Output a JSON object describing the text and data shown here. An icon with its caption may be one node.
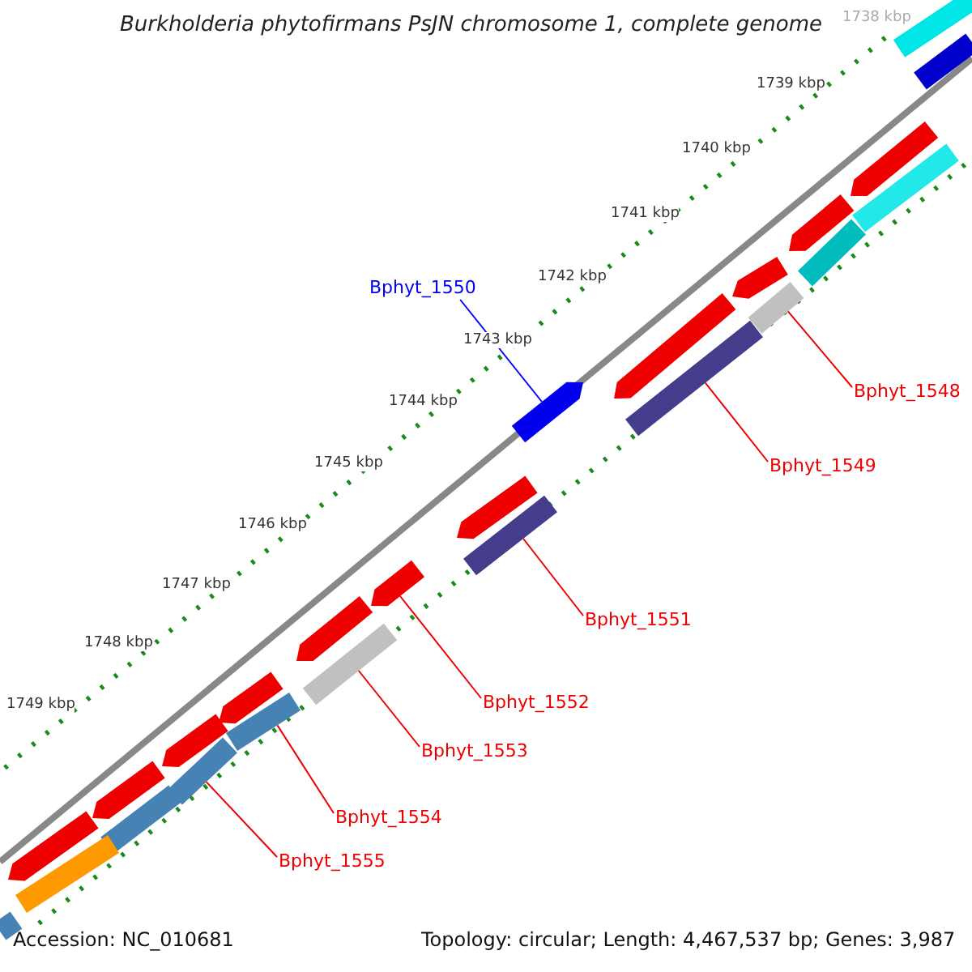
{
  "diagram": {
    "title": "Burkholderia phytofirmans PsJN chromosome 1, complete genome",
    "nodes": [
      {
        "text": [
          "Bphyt_1550"
        ]
      },
      {
        "text": [
          "Bphyt_1548"
        ]
      },
      {
        "text": [
          "Bphyt_1549"
        ]
      },
      {
        "text": [
          "Bphyt_1551"
        ]
      },
      {
        "text": [
          "Bphyt_1552"
        ]
      },
      {
        "text": [
          "Bphyt_1553"
        ]
      },
      {
        "text": [
          "Bphyt_1554"
        ]
      },
      {
        "text": [
          "Bphyt_1555"
        ]
      },
      {
        "text": [],
        "shape": "bar"
      },
      {
        "text": [],
        "shape": "bar"
      },
      {
        "text": [],
        "shape": "bar"
      },
      {
        "text": [],
        "shape": "bar"
      },
      {
        "text": [],
        "shape": "bar"
      },
      {
        "text": [],
        "shape": "bar"
      },
      {
        "text": [],
        "shape": "bar"
      },
      {
        "text": [],
        "shape": "bar"
      },
      {
        "text": [],
        "shape": "bar"
      },
      {
        "text": [],
        "shape": "bar"
      },
      {
        "text": [],
        "shape": "bar"
      },
      {
        "text": [],
        "shape": "bar"
      },
      {
        "text": [],
        "shape": "bar"
      },
      {
        "text": [],
        "shape": "bar"
      },
      {
        "text": [],
        "shape": "bar"
      },
      {
        "text": [],
        "shape": "bar"
      },
      {
        "text": [],
        "shape": "bar"
      },
      {
        "text": [],
        "shape": "bar"
      },
      {
        "text": [],
        "shape": "bar"
      },
      {
        "text": [],
        "shape": "bar"
      },
      {
        "text": [],
        "shape": "bar"
      },
      {
        "text": [],
        "shape": "bar"
      },
      {
        "text": [],
        "shape": "bar"
      },
      {
        "text": [],
        "shape": "bar"
      },
      {
        "text": [],
        "shape": "bar"
      }
    ],
    "edges": [
      {
        "from": 0,
        "to": 18,
        "arrow": "none",
        "color": "#0000ff"
      },
      {
        "from": 1,
        "to": 15,
        "arrow": "none"
      },
      {
        "from": 2,
        "to": 17,
        "arrow": "none"
      },
      {
        "from": 3,
        "to": 20,
        "arrow": "none"
      },
      {
        "from": 4,
        "to": 21,
        "arrow": "none"
      },
      {
        "from": 5,
        "to": 23,
        "arrow": "none"
      },
      {
        "from": 6,
        "to": 25,
        "arrow": "none"
      },
      {
        "from": 7,
        "to": 27,
        "arrow": "none"
      }
    ],
    "labels": [
      "1738 kbp",
      "1739 kbp",
      "1740 kbp",
      "1741 kbp",
      "1742 kbp",
      "1743 kbp",
      "1744 kbp",
      "1745 kbp",
      "1746 kbp",
      "1747 kbp",
      "1748 kbp",
      "1749 kbp",
      "Accession: NC_010681",
      "Topology: circular; Length: 4,467,537 bp; Genes: 3,987"
    ]
  }
}
